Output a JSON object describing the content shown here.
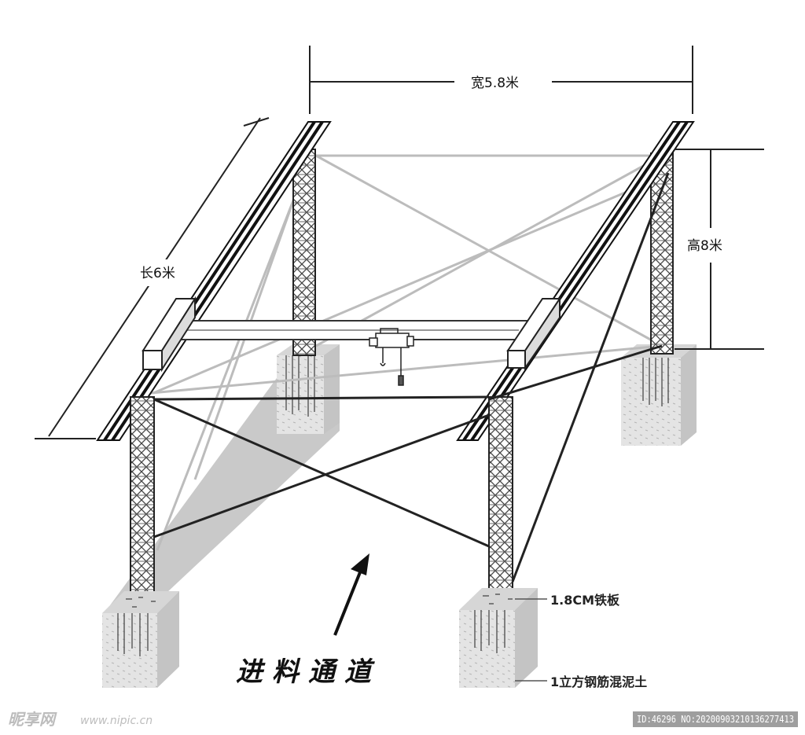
{
  "labels": {
    "width": "宽5.8米",
    "length": "长6米",
    "height": "高8米",
    "plate": "1.8CM铁板",
    "concrete": "1立方钢筋混泥土",
    "channel": "进料通道"
  },
  "watermark": {
    "brand": "昵享网",
    "url": "www.nipic.cn",
    "id_text": "ID:46296 NO:20200903210136277413"
  },
  "colors": {
    "ink": "#111111",
    "brace_light": "#bcbcbc",
    "shadow": "#c9c9c9",
    "foundation": "#e3e3e3",
    "beam_fill": "#ffffff"
  }
}
